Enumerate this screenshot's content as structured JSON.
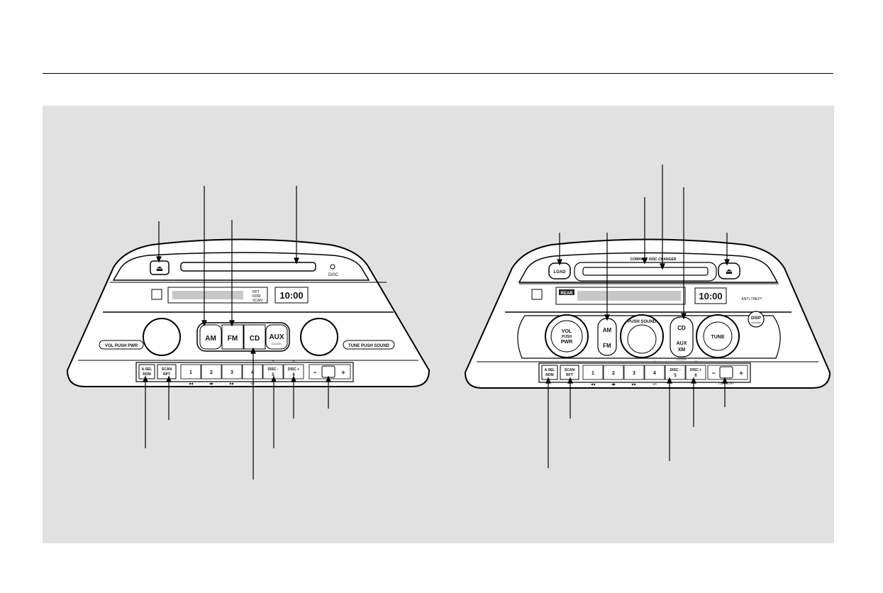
{
  "left_unit": {
    "eject_symbol": "⏏",
    "disc_label": "DISC",
    "clock": "10:00",
    "indicators": [
      "RPT",
      "RDM",
      "SCAN"
    ],
    "vol_label": "VOL PUSH PWR",
    "tune_label": "TUNE PUSH SOUND",
    "band_buttons": [
      "AM",
      "FM",
      "CD",
      "AUX"
    ],
    "aux_sub": "CLOCK",
    "asel_label": "A.SEL",
    "rdm_label": "RDM",
    "scan_label": "SCAN",
    "rpt_label": "RPT",
    "presets": [
      "1",
      "2",
      "3",
      "4"
    ],
    "preset_marks": [
      "◀◀",
      "◀▶",
      "▶▶",
      "NR"
    ],
    "disc_minus": "DISC -",
    "disc_plus": "DISC +",
    "preset_five": "5",
    "preset_six": "6",
    "h_mark": "H",
    "m_mark": "M",
    "minus": "−",
    "plus": "+"
  },
  "right_unit": {
    "load_label": "LOAD",
    "slot_label": "COMPACT DISC CHANGER",
    "eject_symbol": "⏏",
    "clock": "10:00",
    "display_tag": "REAR",
    "anti_theft": "ANTI-THEFT",
    "vol_lines": [
      "VOL",
      "PUSH",
      "PWR"
    ],
    "band_top": "AM",
    "band_bottom": "FM",
    "sound_label": "PUSH SOUND",
    "cd_label": "CD",
    "aux_top": "AUX",
    "aux_bottom": "XM",
    "clock_label": "CLOCK",
    "tune_label": "TUNE",
    "disp_top": "DISP",
    "disp_bottom": "CHANNEL",
    "asel_label": "A.SEL",
    "rdm_label": "RDM",
    "scan_label": "SCAN",
    "rft_label": "RFT",
    "presets": [
      "1",
      "2",
      "3",
      "4"
    ],
    "preset_marks": [
      "◀◀",
      "◀▶",
      "▶▶",
      "NR"
    ],
    "disc_minus": "DISC -",
    "disc_plus": "DISC +",
    "preset_five": "5",
    "preset_six": "6",
    "h_mark": "H",
    "m_mark": "M",
    "cat_label": "CATEGORY",
    "minus": "−",
    "plus": "+"
  }
}
